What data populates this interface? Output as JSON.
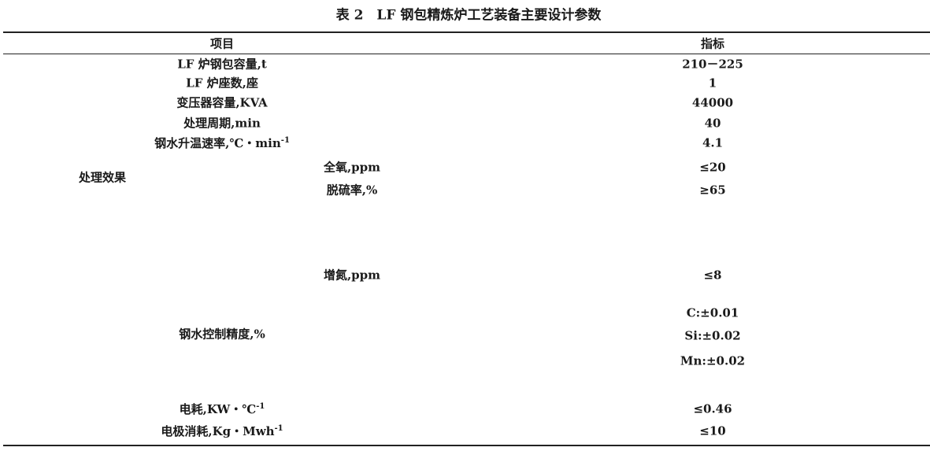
{
  "title": "表 2　LF 钢包精炼炉工艺装备主要设计参数",
  "headers": {
    "item": "项目",
    "index": "指标"
  },
  "rows": [
    {
      "item": "LF 炉钢包容量,t",
      "value": "210－225"
    },
    {
      "item": "LF 炉座数,座",
      "value": "1"
    },
    {
      "item": "变压器容量,KVA",
      "value": "44000"
    },
    {
      "item": "处理周期,min",
      "value": "40"
    },
    {
      "item": "钢水升温速率,℃・min",
      "item_sup": "-1",
      "value": "4.1"
    }
  ],
  "treatment": {
    "group": "处理效果",
    "sub": [
      {
        "item": "全氧,ppm",
        "value": "≤20"
      },
      {
        "item": "脱硫率,%",
        "value": "≥65"
      },
      {
        "item": "增氮,ppm",
        "value": "≤8"
      }
    ]
  },
  "precision": {
    "item": "钢水控制精度,%",
    "values": [
      "C:±0.01",
      "Si:±0.02",
      "Mn:±0.02"
    ]
  },
  "tail": [
    {
      "item": "电耗,KW・℃",
      "item_sup": "-1",
      "value": "≤0.46"
    },
    {
      "item": "电极消耗,Kg・Mwh",
      "item_sup": "-1",
      "value": "≤10"
    }
  ]
}
